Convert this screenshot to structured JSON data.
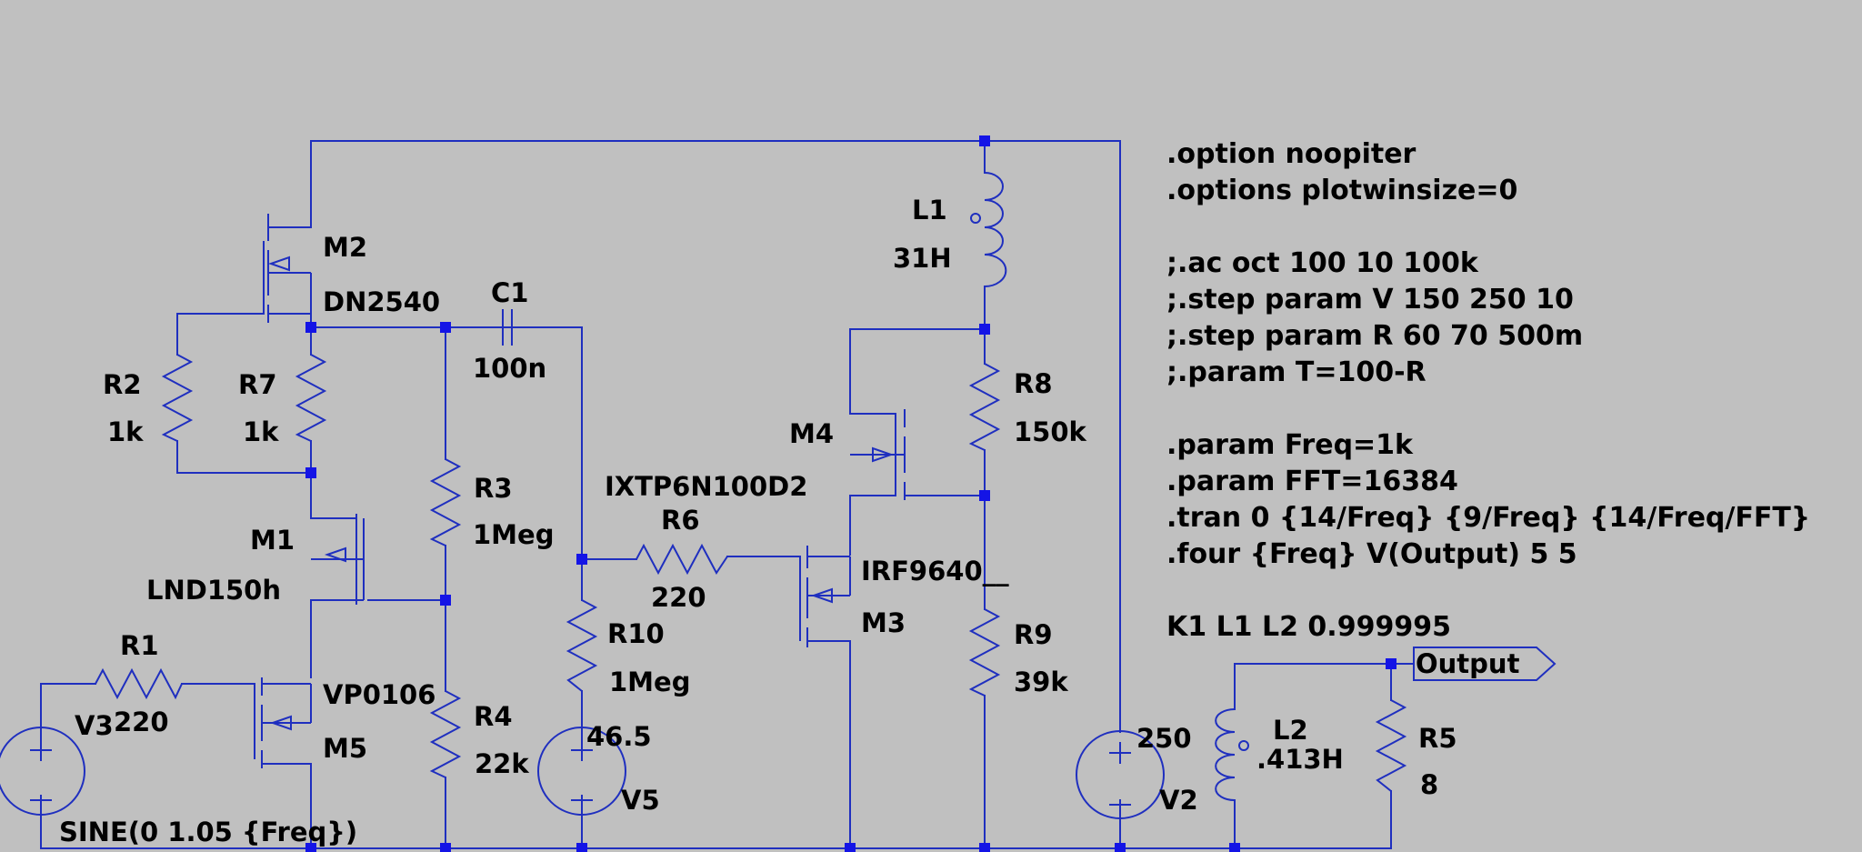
{
  "components": {
    "M2": {
      "name": "M2",
      "model": "DN2540"
    },
    "M1": {
      "name": "M1",
      "model": "LND150h"
    },
    "M5": {
      "name": "M5",
      "model": "VP0106"
    },
    "M4": {
      "name": "M4",
      "model": "IXTP6N100D2"
    },
    "M3": {
      "name": "M3",
      "model": "IRF9640__"
    },
    "C1": {
      "name": "C1",
      "value": "100n"
    },
    "R1": {
      "name": "R1",
      "value": "220"
    },
    "R2": {
      "name": "R2",
      "value": "1k"
    },
    "R3": {
      "name": "R3",
      "value": "1Meg"
    },
    "R4": {
      "name": "R4",
      "value": "22k"
    },
    "R5": {
      "name": "R5",
      "value": "8"
    },
    "R6": {
      "name": "R6",
      "value": "220"
    },
    "R7": {
      "name": "R7",
      "value": "1k"
    },
    "R8": {
      "name": "R8",
      "value": "150k"
    },
    "R9": {
      "name": "R9",
      "value": "39k"
    },
    "R10": {
      "name": "R10",
      "value": "1Meg"
    },
    "L1": {
      "name": "L1",
      "value": "31H"
    },
    "L2": {
      "name": "L2",
      "value": ".413H"
    },
    "V2": {
      "name": "V2",
      "value": "250"
    },
    "V3": {
      "name": "V3",
      "value": "SINE(0 1.05 {Freq})"
    },
    "V5": {
      "name": "V5",
      "value": "46.5"
    }
  },
  "output_label": "Output",
  "directives": [
    ".option noopiter",
    ".options plotwinsize=0",
    "",
    ";.ac oct 100 10 100k",
    ";.step param V 150 250 10",
    ";.step param R 60 70 500m",
    ";.param T=100-R",
    "",
    ".param Freq=1k",
    ".param FFT=16384",
    ".tran 0 {14/Freq} {9/Freq} {14/Freq/FFT}",
    ".four {Freq} V(Output) 5 5",
    "",
    "K1 L1 L2 0.999995"
  ],
  "colors": {
    "background": "#c0c0c0",
    "wire": "#1f2fbf",
    "junction": "#1414e6",
    "text": "#000000"
  }
}
